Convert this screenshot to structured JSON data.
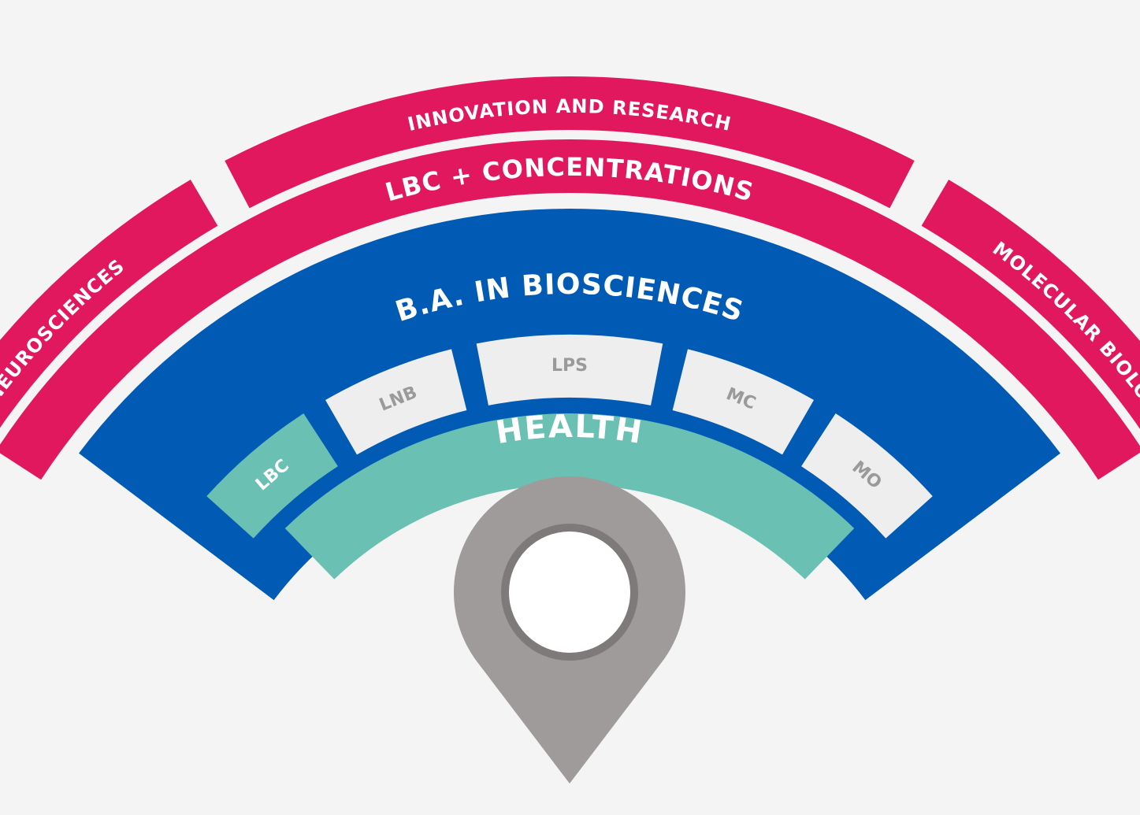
{
  "colors": {
    "background": "#f4f4f4",
    "pink": "#e2185e",
    "blue": "#015bb5",
    "teal": "#6ac0b2",
    "light_segment": "#eeeeee",
    "light_segment_text": "#9a9a9a",
    "pin": "#9e9b9a",
    "pin_ring": "#7d7a79",
    "pin_hole": "#ffffff",
    "white": "#ffffff"
  },
  "outer_ring": {
    "left_label": "NEUROSCIENCES",
    "top_label": "INNOVATION AND RESEARCH",
    "right_label": "MOLECULAR BIOLOGY"
  },
  "concentrations_ring": {
    "label": "LBC + CONCENTRATIONS"
  },
  "program_ring": {
    "label": "B.A. IN BIOSCIENCES"
  },
  "tracks": [
    {
      "id": "lbc",
      "label": "LBC",
      "highlighted": true
    },
    {
      "id": "lnb",
      "label": "LNB",
      "highlighted": false
    },
    {
      "id": "lps",
      "label": "LPS",
      "highlighted": false
    },
    {
      "id": "mc",
      "label": "MC",
      "highlighted": false
    },
    {
      "id": "mo",
      "label": "MO",
      "highlighted": false
    }
  ],
  "core_ring": {
    "label": "HEALTH"
  },
  "pin": {
    "icon": "location-pin-icon"
  }
}
